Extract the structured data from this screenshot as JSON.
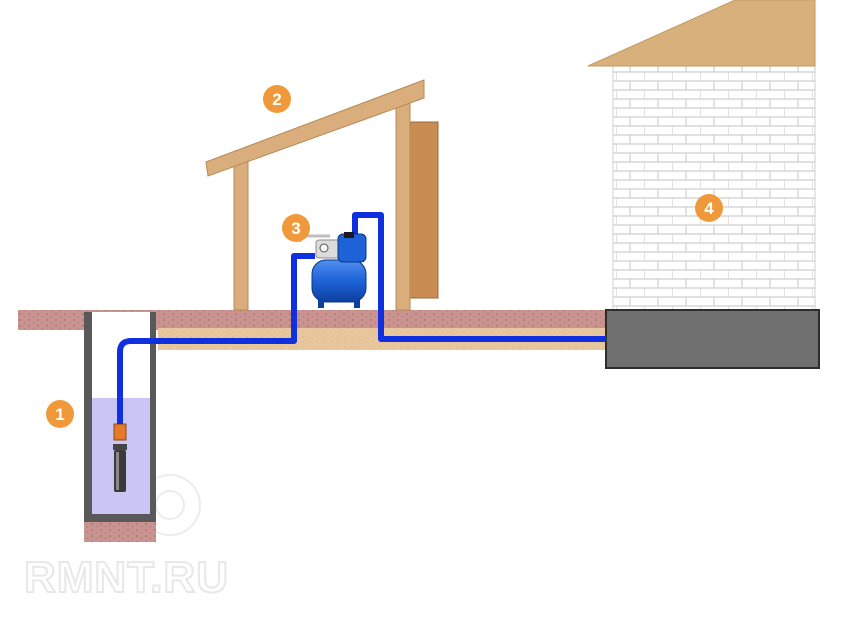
{
  "colors": {
    "soil": "#c9938f",
    "soil_dots": "#a86f6a",
    "sand": "#e9c79e",
    "wood": "#d9ae7c",
    "wood_dark": "#c79a64",
    "roof": "#d8b07c",
    "brick_fill": "#ffffff",
    "brick_line": "#cfcfcf",
    "foundation": "#6f6f6f",
    "pipe": "#1030e0",
    "water": "#c9c6f5",
    "well_wall": "#595959",
    "pump_blue": "#1d62d6",
    "badge": "#f0993a"
  },
  "labels": {
    "well": "1",
    "shed": "2",
    "pump_station": "3",
    "house": "4"
  },
  "watermark": "RMNT.RU"
}
